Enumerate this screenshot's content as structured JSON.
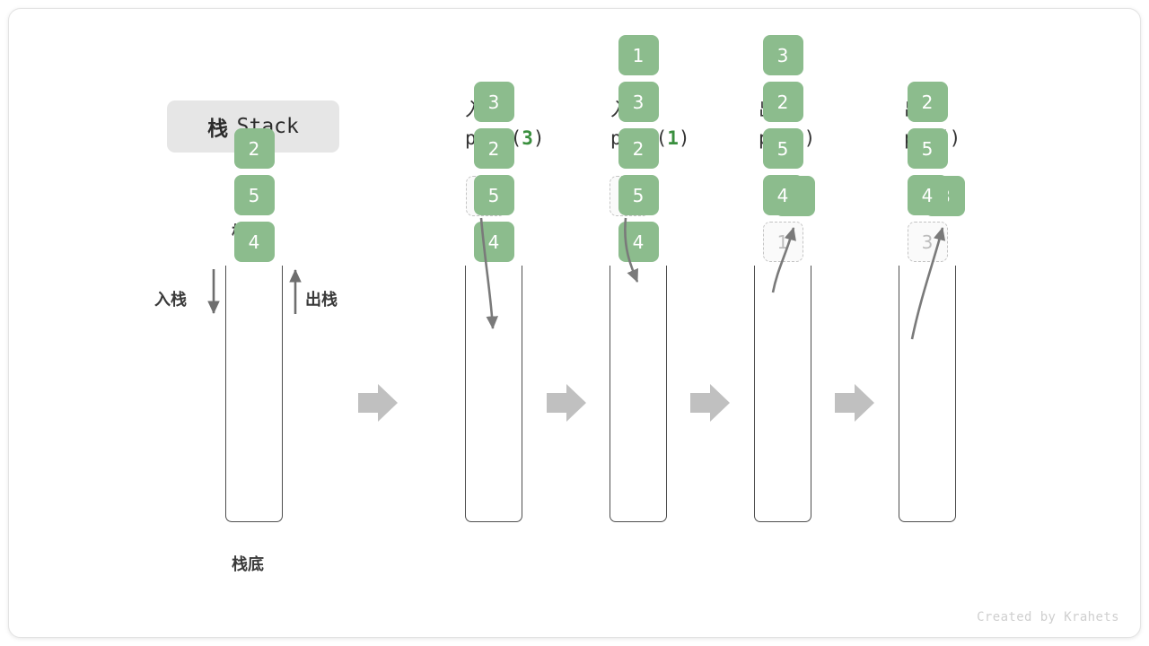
{
  "title": {
    "cn": "栈",
    "en": "Stack"
  },
  "labels": {
    "top": "栈顶",
    "bottom": "栈底",
    "push_side": "入栈",
    "pop_side": "出栈"
  },
  "footer": "Created by Krahets",
  "colors": {
    "element_green": "#8cbc8d",
    "code_arg_green": "#3a8f3e",
    "ghost_border": "#c4c4c4",
    "ghost_text": "#bdbdbd",
    "wall": "#4d4d4d",
    "flow_arrow": "#c0c0c0",
    "curve_arrow": "#7a7a7a",
    "chip_bg": "#e6e6e6"
  },
  "steps": [
    {
      "header_cn": "",
      "header_code": "",
      "header_arg": "",
      "stack": [
        "4",
        "5",
        "2"
      ],
      "ghost_top": null,
      "float_box": null
    },
    {
      "header_cn": "入栈",
      "header_code_pre": "push(",
      "header_arg": "3",
      "header_code_post": ")",
      "stack": [
        "4",
        "5",
        "2",
        "3"
      ],
      "ghost_top": null,
      "float_box": {
        "value": "3",
        "kind": "ghost"
      }
    },
    {
      "header_cn": "入栈",
      "header_code_pre": "push(",
      "header_arg": "1",
      "header_code_post": ")",
      "stack": [
        "4",
        "5",
        "2",
        "3",
        "1"
      ],
      "ghost_top": null,
      "float_box": {
        "value": "1",
        "kind": "ghost"
      }
    },
    {
      "header_cn": "出栈",
      "header_code_pre": "pop(",
      "header_arg": "",
      "header_code_post": ")",
      "stack": [
        "4",
        "5",
        "2",
        "3"
      ],
      "ghost_top": "1",
      "float_box": {
        "value": "1",
        "kind": "filled"
      }
    },
    {
      "header_cn": "出栈",
      "header_code_pre": "pop(",
      "header_arg": "",
      "header_code_post": ")",
      "stack": [
        "4",
        "5",
        "2"
      ],
      "ghost_top": "3",
      "float_box": {
        "value": "3",
        "kind": "filled"
      }
    }
  ],
  "cells": {
    "s0": [
      "2",
      "5",
      "4"
    ],
    "s1": [
      "3",
      "2",
      "5",
      "4"
    ],
    "s2": [
      "1",
      "3",
      "2",
      "5",
      "4"
    ],
    "s3": [
      "3",
      "2",
      "5",
      "4"
    ],
    "s3_ghost": "1",
    "s4": [
      "2",
      "5",
      "4"
    ],
    "s4_ghost": "3",
    "float1": "3",
    "float2": "1",
    "float3": "1",
    "float4": "3"
  },
  "headers": [
    {
      "cn": "入栈",
      "pre": "push(",
      "arg": "3",
      "post": ")"
    },
    {
      "cn": "入栈",
      "pre": "push(",
      "arg": "1",
      "post": ")"
    },
    {
      "cn": "出栈",
      "pre": "pop(",
      "arg": "",
      "post": ")"
    },
    {
      "cn": "出栈",
      "pre": "pop(",
      "arg": "",
      "post": ")"
    }
  ]
}
